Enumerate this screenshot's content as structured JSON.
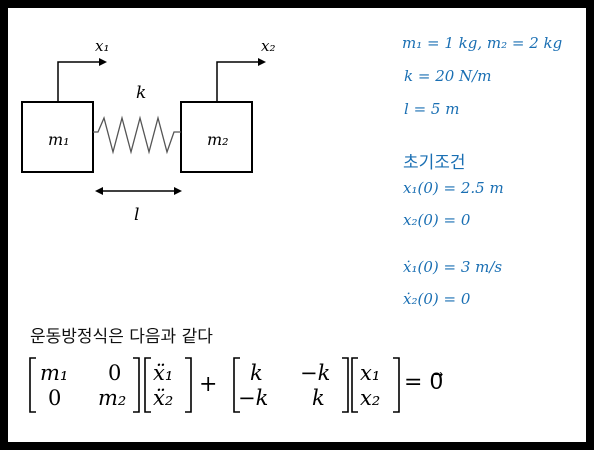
{
  "diagram": {
    "x1_label": "x₁",
    "x2_label": "x₂",
    "spring_label": "k",
    "mass1_label": "m₁",
    "mass2_label": "m₂",
    "length_label": "l"
  },
  "params": {
    "masses": "m₁ = 1 kg, m₂ = 2 kg",
    "stiffness": "k = 20 N/m",
    "length": "l = 5 m"
  },
  "initial": {
    "heading": "초기조건",
    "x1": "x₁(0) = 2.5 m",
    "x2": "x₂(0) = 0",
    "v1": "ẋ₁(0) = 3 m/s",
    "v2": "ẋ₂(0) = 0"
  },
  "equation": {
    "intro": "운동방정식은 다음과 같다",
    "M": [
      [
        "m₁",
        "0"
      ],
      [
        "0",
        "m₂"
      ]
    ],
    "xdd": [
      "ẍ₁",
      "ẍ₂"
    ],
    "plus": "+",
    "K": [
      [
        "k",
        "−k"
      ],
      [
        "−k",
        "k"
      ]
    ],
    "x": [
      "x₁",
      "x₂"
    ],
    "rhs": "= 0⃗"
  },
  "colors": {
    "accent": "#1a6fb3",
    "frame": "#000000",
    "stroke": "#000000"
  }
}
